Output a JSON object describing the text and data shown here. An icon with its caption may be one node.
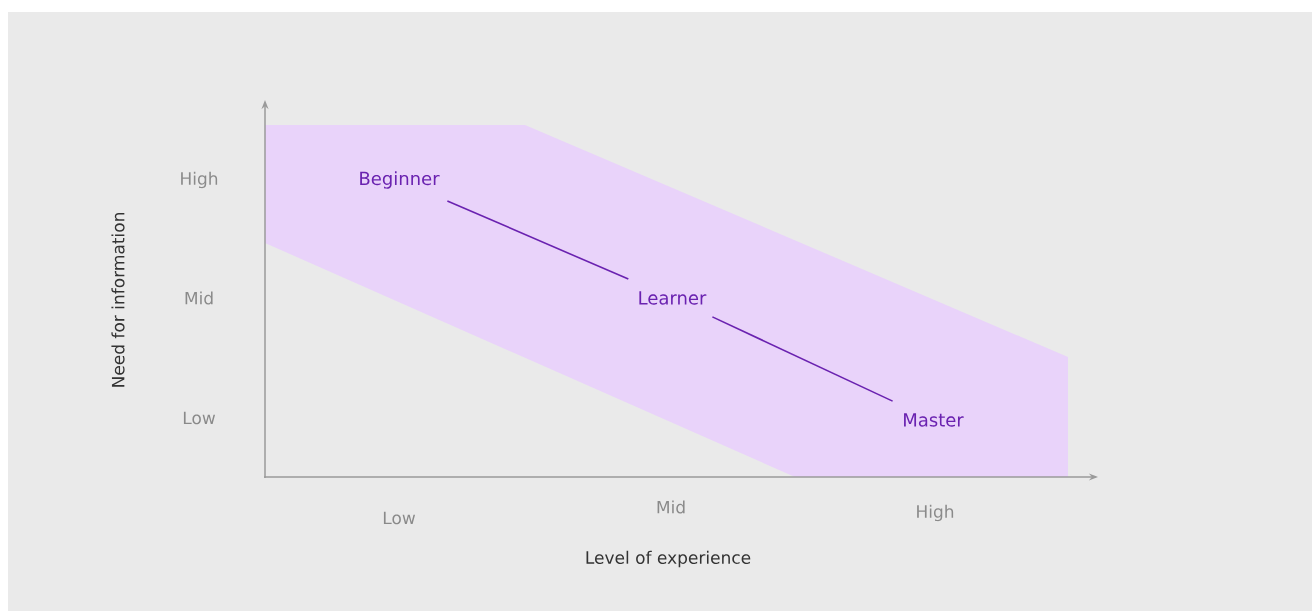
{
  "diagram": {
    "nodes": [
      {
        "text": [
          "Beginner"
        ]
      },
      {
        "text": [
          "Learner"
        ]
      },
      {
        "text": [
          "Master"
        ]
      }
    ],
    "edges": [
      {
        "from": 0,
        "to": 1,
        "arrow": "none"
      },
      {
        "from": 1,
        "to": 2,
        "arrow": "none"
      }
    ],
    "labels": [
      "High",
      "Mid",
      "Low",
      "Need for information",
      "Low",
      "Mid",
      "High",
      "Level of experience"
    ]
  }
}
